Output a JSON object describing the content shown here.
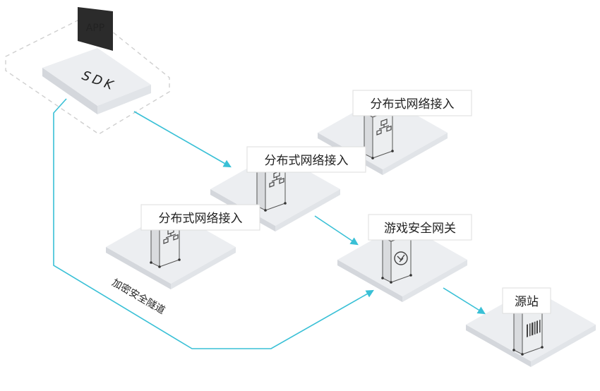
{
  "app": {
    "tag": "APP",
    "sdk": "SDK"
  },
  "nodes": {
    "access_back": "分布式网络接入",
    "access_middle": "分布式网络接入",
    "access_front": "分布式网络接入",
    "gateway": "游戏安全网关",
    "origin": "源站"
  },
  "tunnel_label": "加密安全隧道",
  "colors": {
    "link": "#39c0d6",
    "platform_top": "#eceef1",
    "platform_edge": "#d4d7dc",
    "app_box": "#2b2b2b",
    "server_body": "#e9eaec",
    "server_stroke": "#555555"
  },
  "icons": {
    "access": "network-topology-icon",
    "gateway": "shield-gateway-icon",
    "origin": "barcode-server-icon"
  }
}
